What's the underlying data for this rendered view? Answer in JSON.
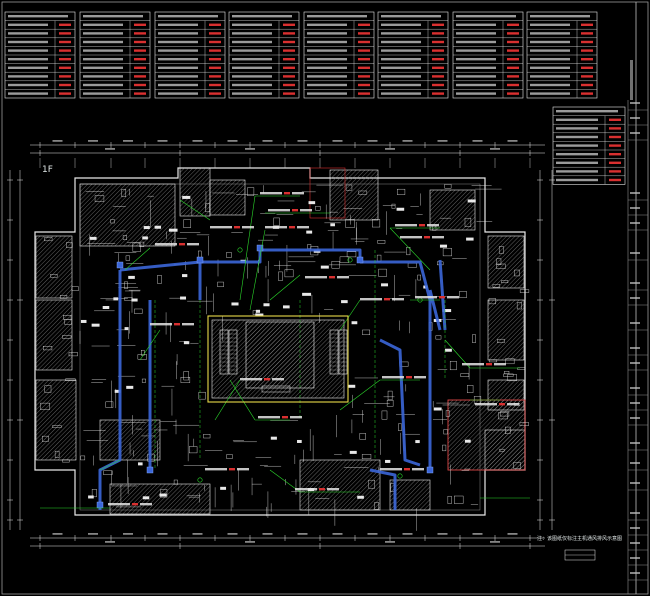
{
  "floor": {
    "label": "1F",
    "note": "注：该图纸仅标注主机通风排风示意图"
  },
  "colors": {
    "background": "#000000",
    "linework": "#e8e8e8",
    "green": "#2bd92b",
    "yellow": "#e8d94a",
    "blue": "#3b66d8",
    "red": "#d93030",
    "text": "#dfe6e6"
  },
  "frame": {
    "title_block_icons": [
      "north-arrow",
      "company-logo"
    ]
  }
}
